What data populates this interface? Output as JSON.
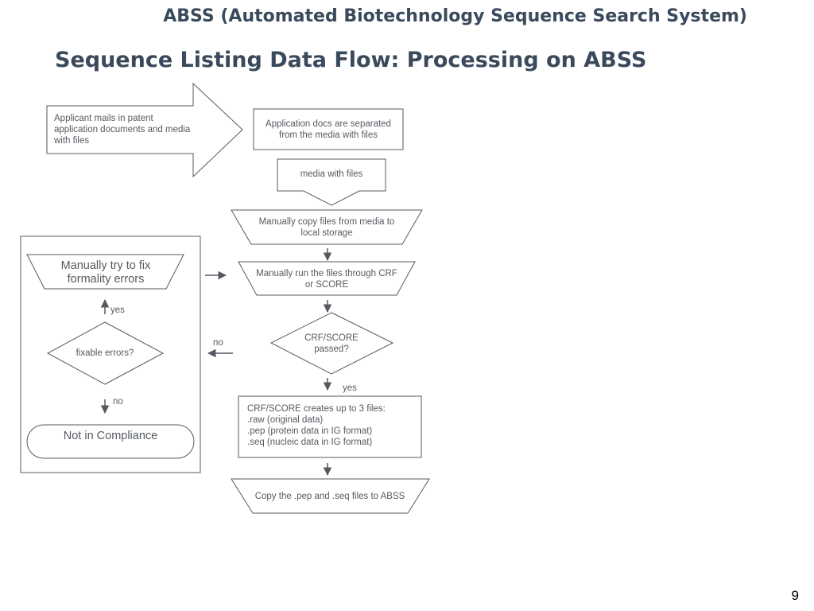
{
  "header": {
    "system_title": "ABSS (Automated Biotechnology Sequence Search System)"
  },
  "slide": {
    "title": "Sequence Listing Data Flow: Processing on ABSS",
    "page_number": "9"
  },
  "flow": {
    "applicant_step": "Applicant mails in patent application documents and media with files",
    "separate_step": "Application docs are separated from the media with files",
    "media_item": "media with files",
    "copy_step": "Manually copy files from media to local storage",
    "run_step": "Manually run the files through CRF or SCORE",
    "passed_decision": "CRF/SCORE passed?",
    "yes_label_main": "yes",
    "no_label_main": "no",
    "creates_files": "CRF/SCORE creates up to 3 files:\n.raw (original data)\n.pep (protein data in IG format)\n.seq (nucleic data in IG format)",
    "copy_to_abss": "Copy the .pep and .seq files to ABSS"
  },
  "error_panel": {
    "fix_step": "Manually try to fix formality errors",
    "yes_label": "yes",
    "fixable_decision": "fixable errors?",
    "no_label": "no",
    "not_compliant": "Not in Compliance"
  },
  "colors": {
    "stroke": "#555a60",
    "title": "#3a4a5c",
    "text": "#555a60"
  }
}
